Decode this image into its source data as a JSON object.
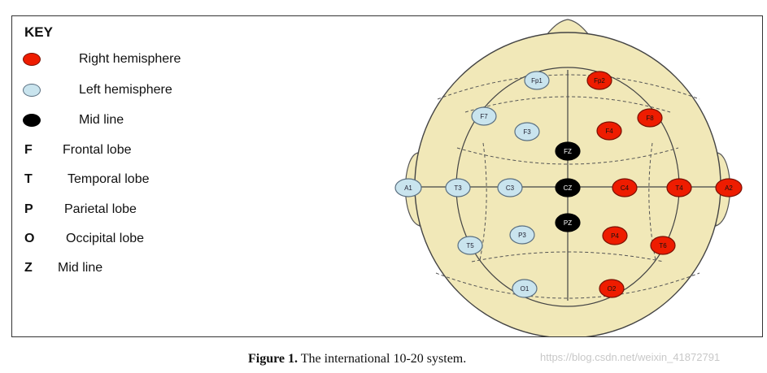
{
  "key": {
    "title": "KEY",
    "items": [
      {
        "symbol": "red-dot",
        "text": "Right hemisphere"
      },
      {
        "symbol": "blue-dot",
        "text": "Left hemisphere"
      },
      {
        "symbol": "black-dot",
        "text": "Mid line"
      },
      {
        "symbol": "F",
        "text": "Frontal lobe"
      },
      {
        "symbol": "T",
        "text": "Temporal lobe"
      },
      {
        "symbol": "P",
        "text": "Parietal lobe"
      },
      {
        "symbol": "O",
        "text": "Occipital lobe"
      },
      {
        "symbol": "Z",
        "text": "Mid line"
      }
    ]
  },
  "colors": {
    "right": "#ee1c00",
    "left": "#c9e4ee",
    "mid": "#000000",
    "head": "#f1e8b8"
  },
  "electrodes": {
    "fp1": "Fp1",
    "fp2": "Fp2",
    "f7": "F7",
    "f3": "F3",
    "fz": "FZ",
    "f4": "F4",
    "f8": "F8",
    "a1": "A1",
    "t3": "T3",
    "c3": "C3",
    "cz": "CZ",
    "c4": "C4",
    "t4": "T4",
    "a2": "A2",
    "t5": "T5",
    "p3": "P3",
    "pz": "PZ",
    "p4": "P4",
    "t6": "T6",
    "o1": "O1",
    "o2": "O2"
  },
  "caption": {
    "label": "Figure 1.",
    "text": " The international 10-20 system."
  },
  "watermark": "https://blog.csdn.net/weixin_41872791"
}
